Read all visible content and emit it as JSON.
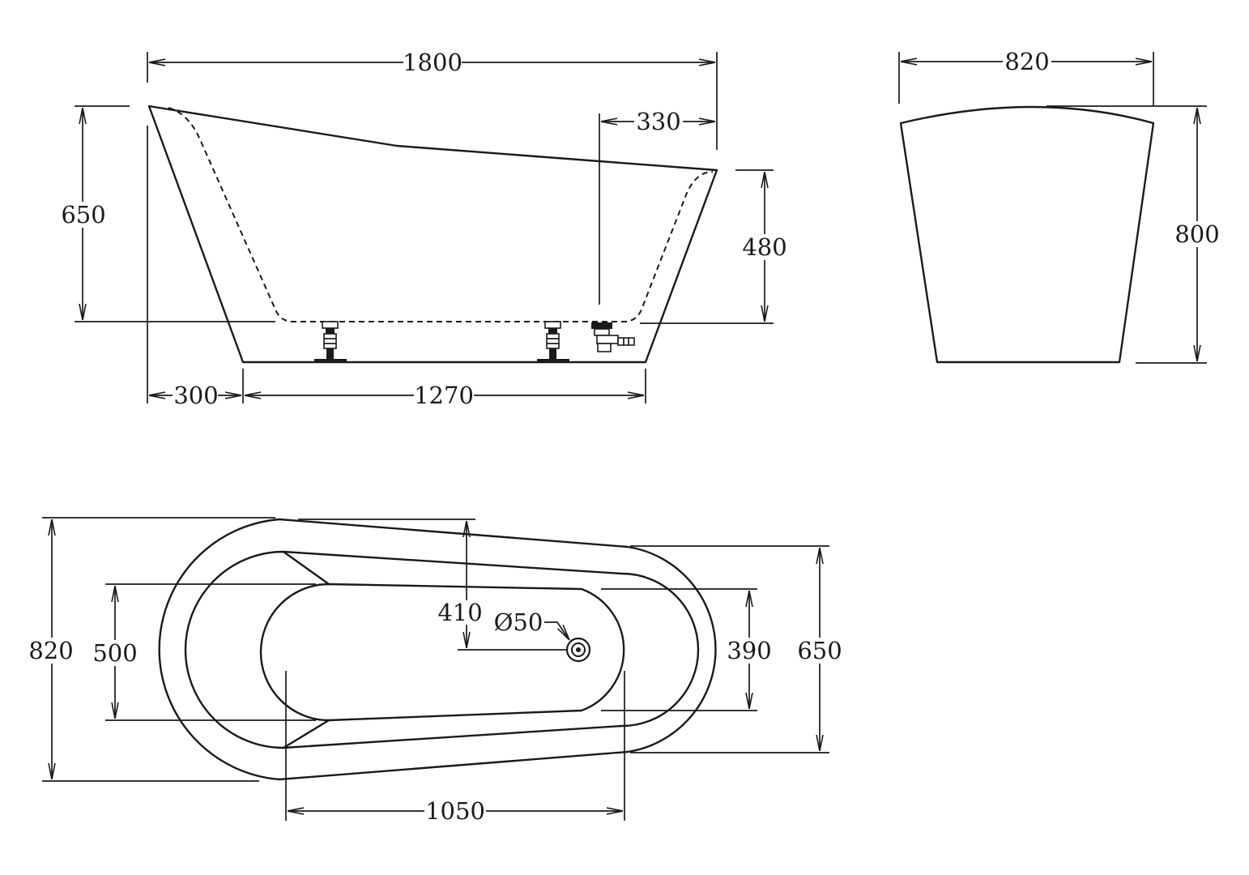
{
  "side_view": {
    "length": "1800",
    "height": "650",
    "drain_offset": "330",
    "inner_depth": "480",
    "foot_offset": "300",
    "foot_spacing": "1270"
  },
  "end_view": {
    "width": "820",
    "height": "800"
  },
  "top_view": {
    "width": "820",
    "bottom_width": "500",
    "drain_offset": "410",
    "drain_diameter": "Ø50",
    "narrow_inner_width": "390",
    "narrow_outer_width": "650",
    "bottom_length": "1050"
  }
}
